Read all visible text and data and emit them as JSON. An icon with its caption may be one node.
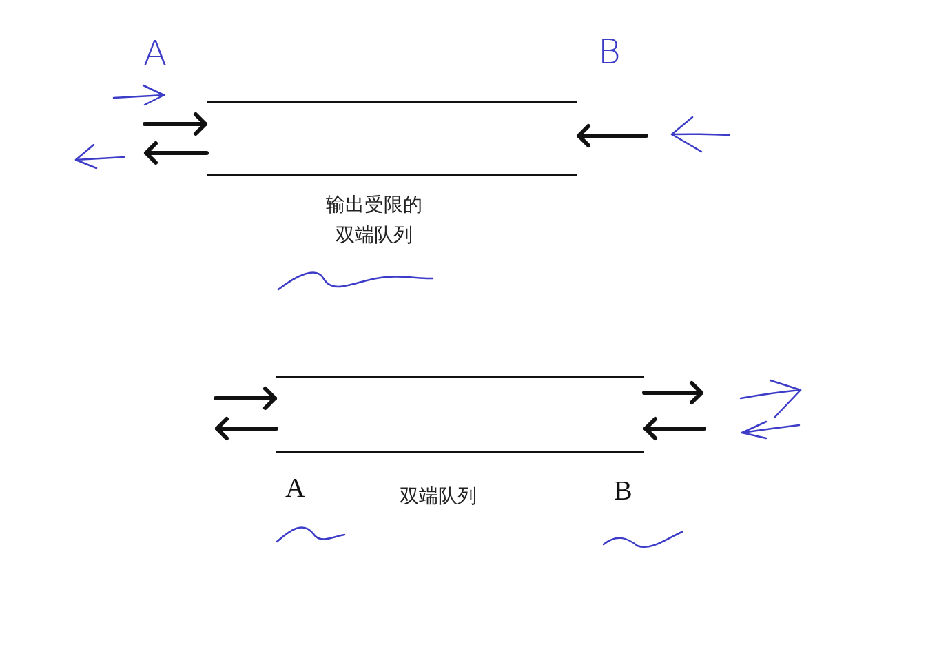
{
  "diagram": {
    "nodes": [
      {
        "text": [],
        "shape": "box",
        "beside": [
          "输出受限的双端队列"
        ]
      },
      {
        "text": [],
        "shape": "box",
        "beside": [
          "双端队列"
        ]
      }
    ],
    "edges": [
      {
        "from": null,
        "to": 0,
        "arrow": "to"
      },
      {
        "from": 0,
        "to": null,
        "arrow": "to"
      },
      {
        "from": null,
        "to": 0,
        "arrow": "to"
      },
      {
        "from": null,
        "to": 1,
        "arrow": "to"
      },
      {
        "from": 1,
        "to": null,
        "arrow": "to"
      },
      {
        "from": 1,
        "to": null,
        "arrow": "to"
      },
      {
        "from": null,
        "to": 1,
        "arrow": "to"
      }
    ],
    "labels": [
      "A",
      "B",
      "A",
      "B"
    ]
  }
}
